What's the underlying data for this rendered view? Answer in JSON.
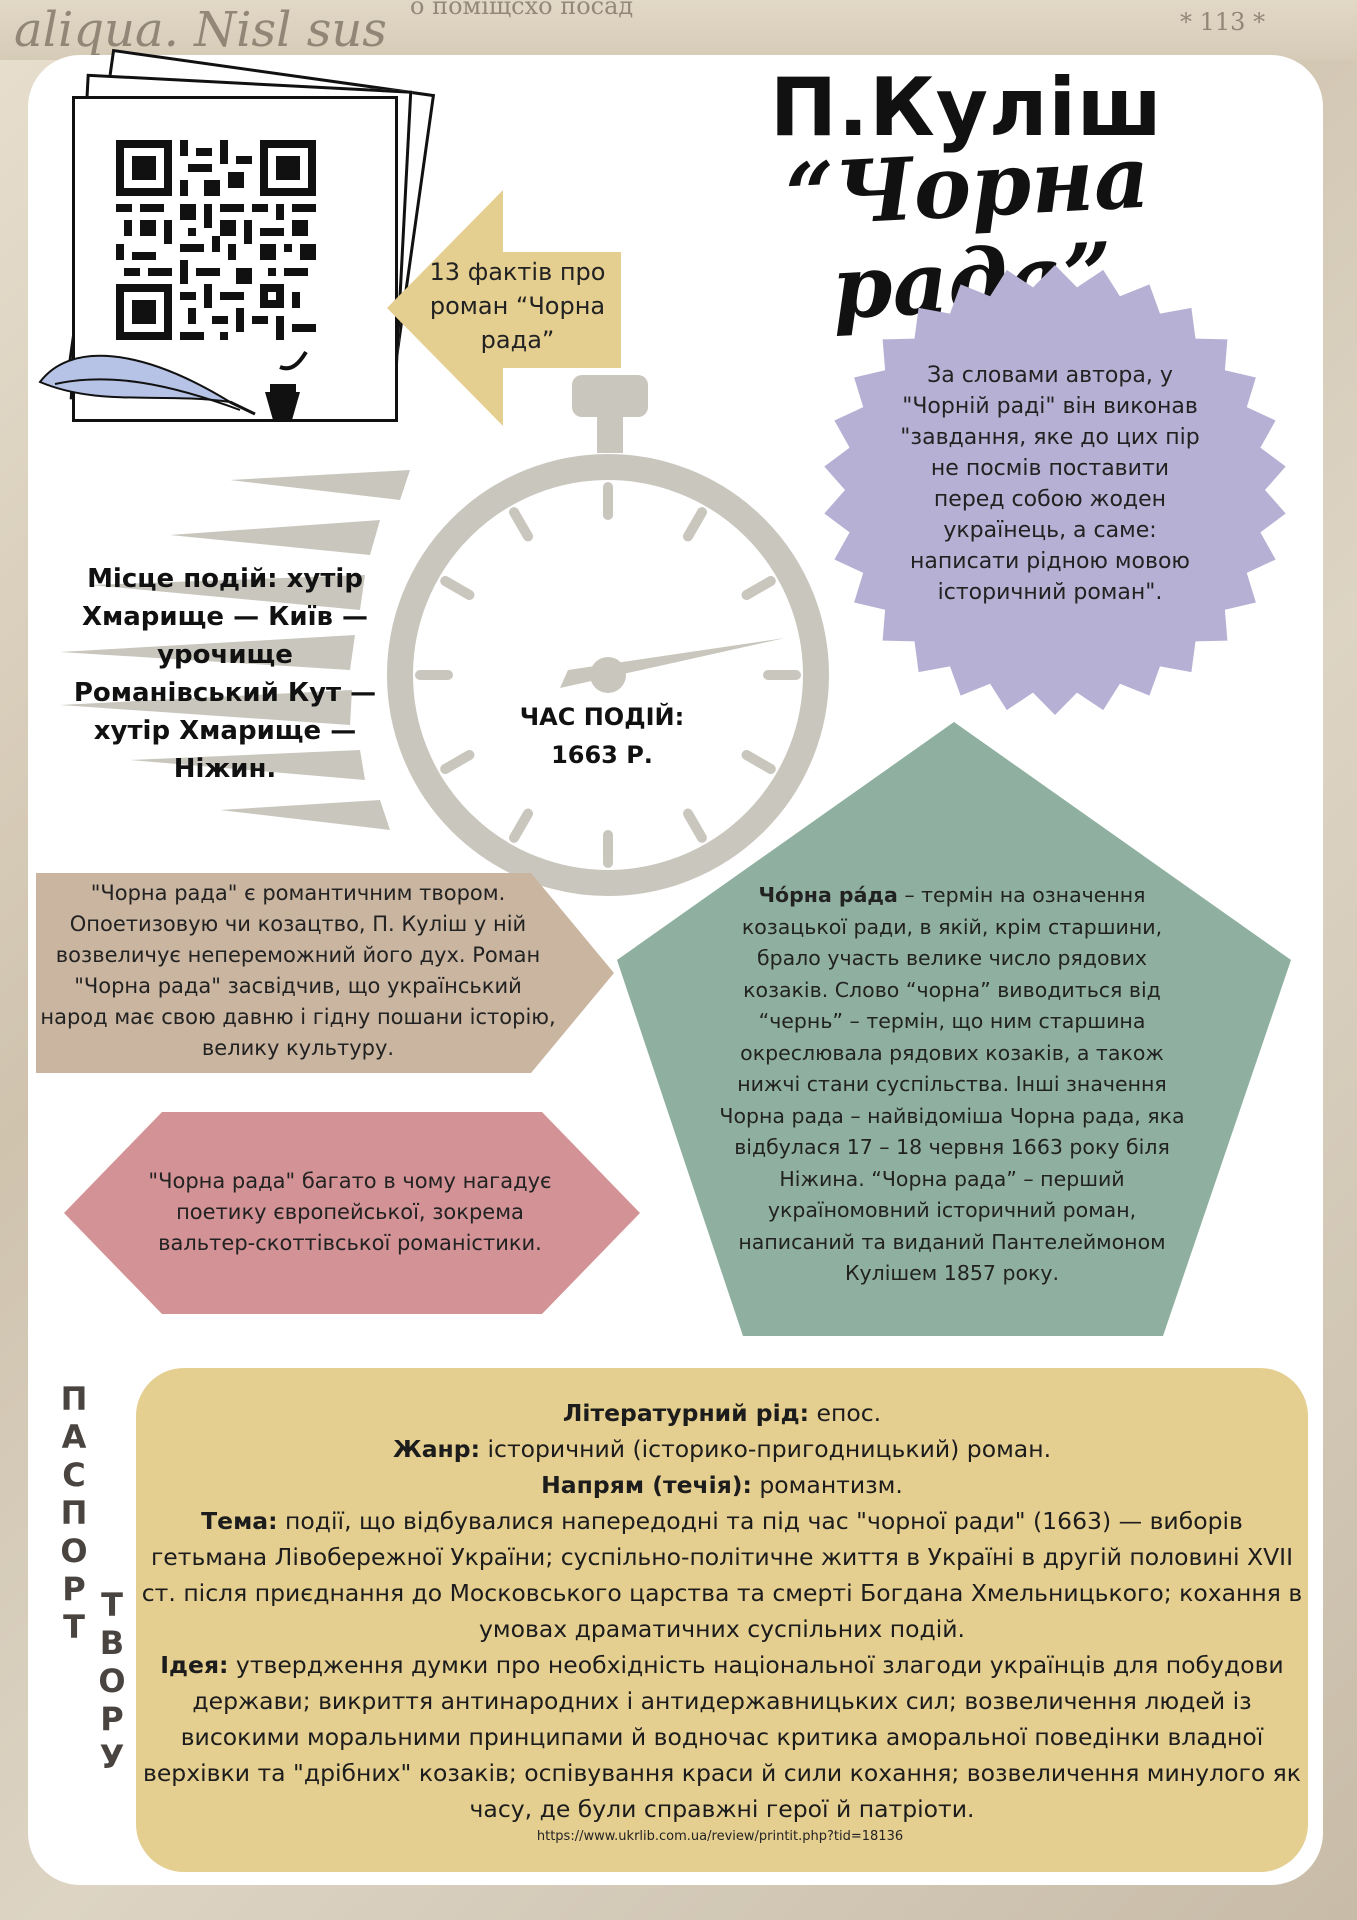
{
  "background": {
    "top_left_text": "aliqua. Nisl sus",
    "top_mid_text": "о поміщсхо посад",
    "top_right_text": "* 113 *",
    "paper_color": "#d9d0c1"
  },
  "title": {
    "author": "П.Куліш",
    "novel": "“Чорна рада”"
  },
  "qr": {
    "icon": "qr-code-icon",
    "decor": "quill-and-inkwell-icon"
  },
  "arrow": {
    "text": "13 фактів про роман “Чорна рада”",
    "color": "#e5cf90"
  },
  "burst": {
    "text": "За словами автора, у \"Чорній раді\" він виконав \"завдання, яке до цих пір не посмів поставити перед собою жоден українець, а саме: написати рідною мовою історичний роман\".",
    "color": "#b6b1d4"
  },
  "place": {
    "text": "Місце подій: хутір Хмарище — Київ — урочище Романівський Кут — хутір Хмарище — Ніжин."
  },
  "clock": {
    "line1": "ЧАС ПОДІЙ:",
    "line2": "1663 Р.",
    "color": "#c8c6bd"
  },
  "tan_box": {
    "text": "\"Чорна рада\" є романтичним твором. Опоетизовую чи козацтво, П. Куліш у ній возвеличує непереможний його дух. Роман \"Чорна рада\" засвідчив, що український народ має свою давню і гідну пошани історію, велику культуру.",
    "color": "#c9b5a0"
  },
  "pink_box": {
    "text": "\"Чорна рада\" багато в чому нагадує поетику європейської, зокрема вальтер-скоттівської романістики.",
    "color": "#d39396"
  },
  "pentagon": {
    "term": "Чо́рна ра́да",
    "text": " – термін на означення козацької ради, в якій, крім старшини, брало участь велике число рядових козаків. Слово “чорна” виводиться від “чернь” – термін, що ним старшина окреслювала рядових козаків, а також нижчі стани суспільства. Інші значення Чорна рада – найвідоміша Чорна рада, яка відбулася 17 – 18 червня 1663 року біля Ніжина. “Чорна рада” – перший україномовний історичний роман, написаний та виданий Пантелеймоном Кулішем 1857 року.",
    "color": "#8fb0a0"
  },
  "passport": {
    "vertical_left": "ПАСПОРТ",
    "vertical_right": "ТВОРУ",
    "rid_label": "Літературний рід:",
    "rid_value": " епос.",
    "zhanr_label": "Жанр:",
    "zhanr_value": " історичний (історико-пригодницький) роман.",
    "napriam_label": "Напрям (течія):",
    "napriam_value": " романтизм.",
    "tema_label": "Тема:",
    "tema_value": " події, що відбувалися напередодні та під час \"чорної ради\" (1663) — виборів гетьмана Лівобережної України; суспільно-політичне життя в Україні в другій половині XVII ст. після приєднання до Московського царства та смерті Богдана Хмельницького; кохання в умовах драматичних суспільних подій.",
    "ideia_label": "Ідея:",
    "ideia_value": " утвердження думки про необхідність національної злагоди українців для побудови держави; викриття антинародних і антидержавницьких сил; возвеличення людей із високими моральними принципами й водночас критика аморальної поведінки владної верхівки та \"дрібних\" козаків; оспівування краси й сили кохання; возвеличення минулого як часу, де були справжні герої й патріоти.",
    "source": "https://www.ukrlib.com.ua/review/printit.php?tid=18136",
    "color": "#e5cf90"
  }
}
